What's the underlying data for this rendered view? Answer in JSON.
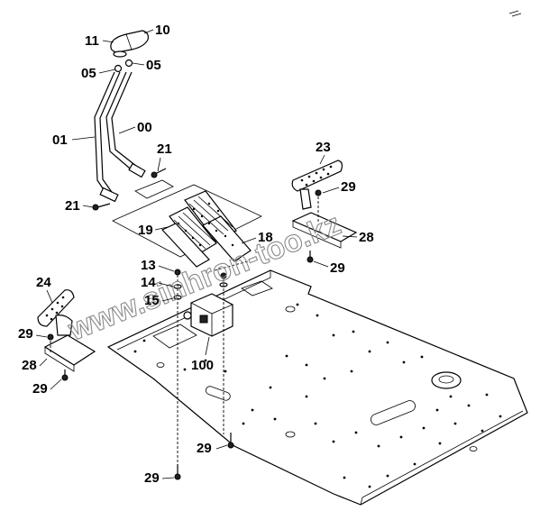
{
  "watermark": "www.sinhron-too.kz",
  "callouts": [
    {
      "id": "c10",
      "text": "10"
    },
    {
      "id": "c11",
      "text": "11"
    },
    {
      "id": "c05a",
      "text": "05"
    },
    {
      "id": "c05b",
      "text": "05"
    },
    {
      "id": "c00",
      "text": "00"
    },
    {
      "id": "c01",
      "text": "01"
    },
    {
      "id": "c21a",
      "text": "21"
    },
    {
      "id": "c21b",
      "text": "21"
    },
    {
      "id": "c23",
      "text": "23"
    },
    {
      "id": "c29a",
      "text": "29"
    },
    {
      "id": "c28a",
      "text": "28"
    },
    {
      "id": "c29b",
      "text": "29"
    },
    {
      "id": "c19",
      "text": "19"
    },
    {
      "id": "c18",
      "text": "18"
    },
    {
      "id": "c13",
      "text": "13"
    },
    {
      "id": "c14",
      "text": "14"
    },
    {
      "id": "c15",
      "text": "15"
    },
    {
      "id": "c24",
      "text": "24"
    },
    {
      "id": "c29c",
      "text": "29"
    },
    {
      "id": "c28b",
      "text": "28"
    },
    {
      "id": "c29d",
      "text": "29"
    },
    {
      "id": "c100",
      "text": "100"
    },
    {
      "id": "c29e",
      "text": "29"
    },
    {
      "id": "c29f",
      "text": "29"
    }
  ]
}
